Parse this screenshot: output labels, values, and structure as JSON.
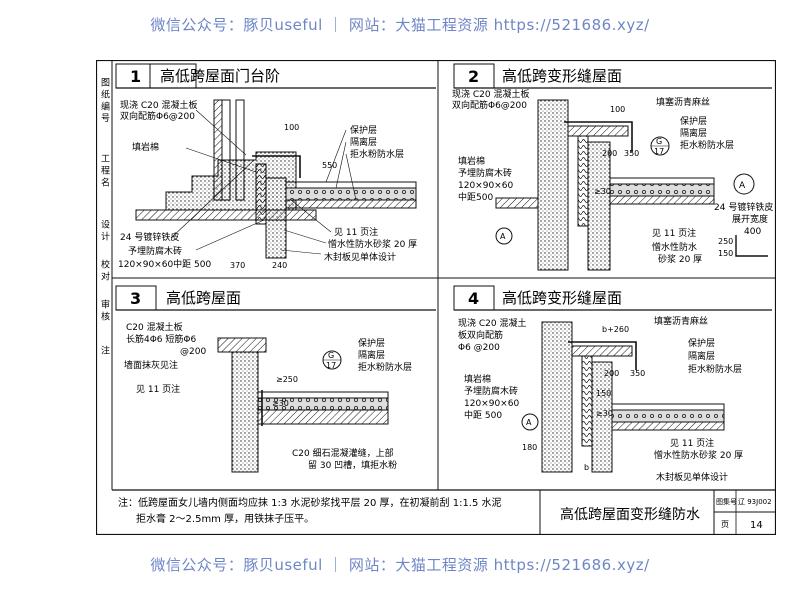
{
  "watermark": {
    "top": "微信公众号：豚贝useful ｜ 网站：大猫工程资源 https://521686.xyz/",
    "bottom": "微信公众号：豚贝useful ｜ 网站：大猫工程资源 https://521686.xyz/"
  },
  "sidebar": [
    "图 纸 编 号",
    "工 程 名",
    "设 计",
    "校 对",
    "审 核",
    "注"
  ],
  "panels": [
    {
      "num": "1",
      "title": "高低跨屋面门台阶",
      "labels": [
        "现浇 C20 混凝土板",
        "双向配筋Φ6@200",
        "填岩棉",
        "24 号镀锌铁皮",
        "予埋防腐木砖",
        "120×90×60中距 500",
        "保护层",
        "隔离层",
        "拒水粉防水层",
        "见 11 页注",
        "憎水性防水砂浆 20 厚",
        "木封板见单体设计"
      ],
      "dims": [
        "100",
        "550",
        "370",
        "240"
      ]
    },
    {
      "num": "2",
      "title": "高低跨变形缝屋面",
      "labels": [
        "现浇 C20 混凝土板",
        "双向配筋Φ6@200",
        "填塞沥青麻丝",
        "填岩棉",
        "予埋防腐木砖",
        "120×90×60",
        "中距500",
        "保护层",
        "隔离层",
        "拒水粉防水层",
        "见 11 页注",
        "憎水性防水",
        "砂浆 20 厚",
        "24 号镀锌铁皮",
        "展开宽度",
        "400",
        "A",
        "G",
        "17"
      ],
      "dims": [
        "100",
        "200",
        "350",
        "250",
        "150",
        "≥30"
      ]
    },
    {
      "num": "3",
      "title": "高低跨屋面",
      "labels": [
        "C20 混凝土板",
        "长筋4Φ6 短筋Φ6",
        "@200",
        "墙面抹灰见注",
        "见 11 页注",
        "保护层",
        "隔离层",
        "拒水粉防水层",
        "C20 细石混凝灌缝，上部",
        "留 30 凹槽，填拒水粉",
        "G",
        "17"
      ],
      "dims": [
        "≥250",
        "≥30"
      ]
    },
    {
      "num": "4",
      "title": "高低跨变形缝屋面",
      "labels": [
        "现浇 C20 混凝土",
        "板双向配筋",
        "Φ6 @200",
        "填塞沥青麻丝",
        "填岩棉",
        "予埋防腐木砖",
        "120×90×60",
        "中距 500",
        "保护层",
        "隔离层",
        "拒水粉防水层",
        "见 11 页注",
        "憎水性防水砂浆 20 厚",
        "木封板见单体设计",
        "A"
      ],
      "dims": [
        "b+260",
        "200",
        "350",
        "150",
        "180",
        "≥30",
        "b"
      ]
    }
  ],
  "note": {
    "line1": "注：低跨屋面女儿墙内侧面均应抹 1:3 水泥砂浆找平层 20 厚，在初凝前刮 1:1.5 水泥",
    "line2": "拒水膏 2～2.5mm 厚，用铁抹子压平。"
  },
  "title_block": {
    "title": "高低跨屋面变形缝防水",
    "set_label": "图集号",
    "set_value": "辽 93J002",
    "page_label": "页",
    "page_value": "14"
  }
}
